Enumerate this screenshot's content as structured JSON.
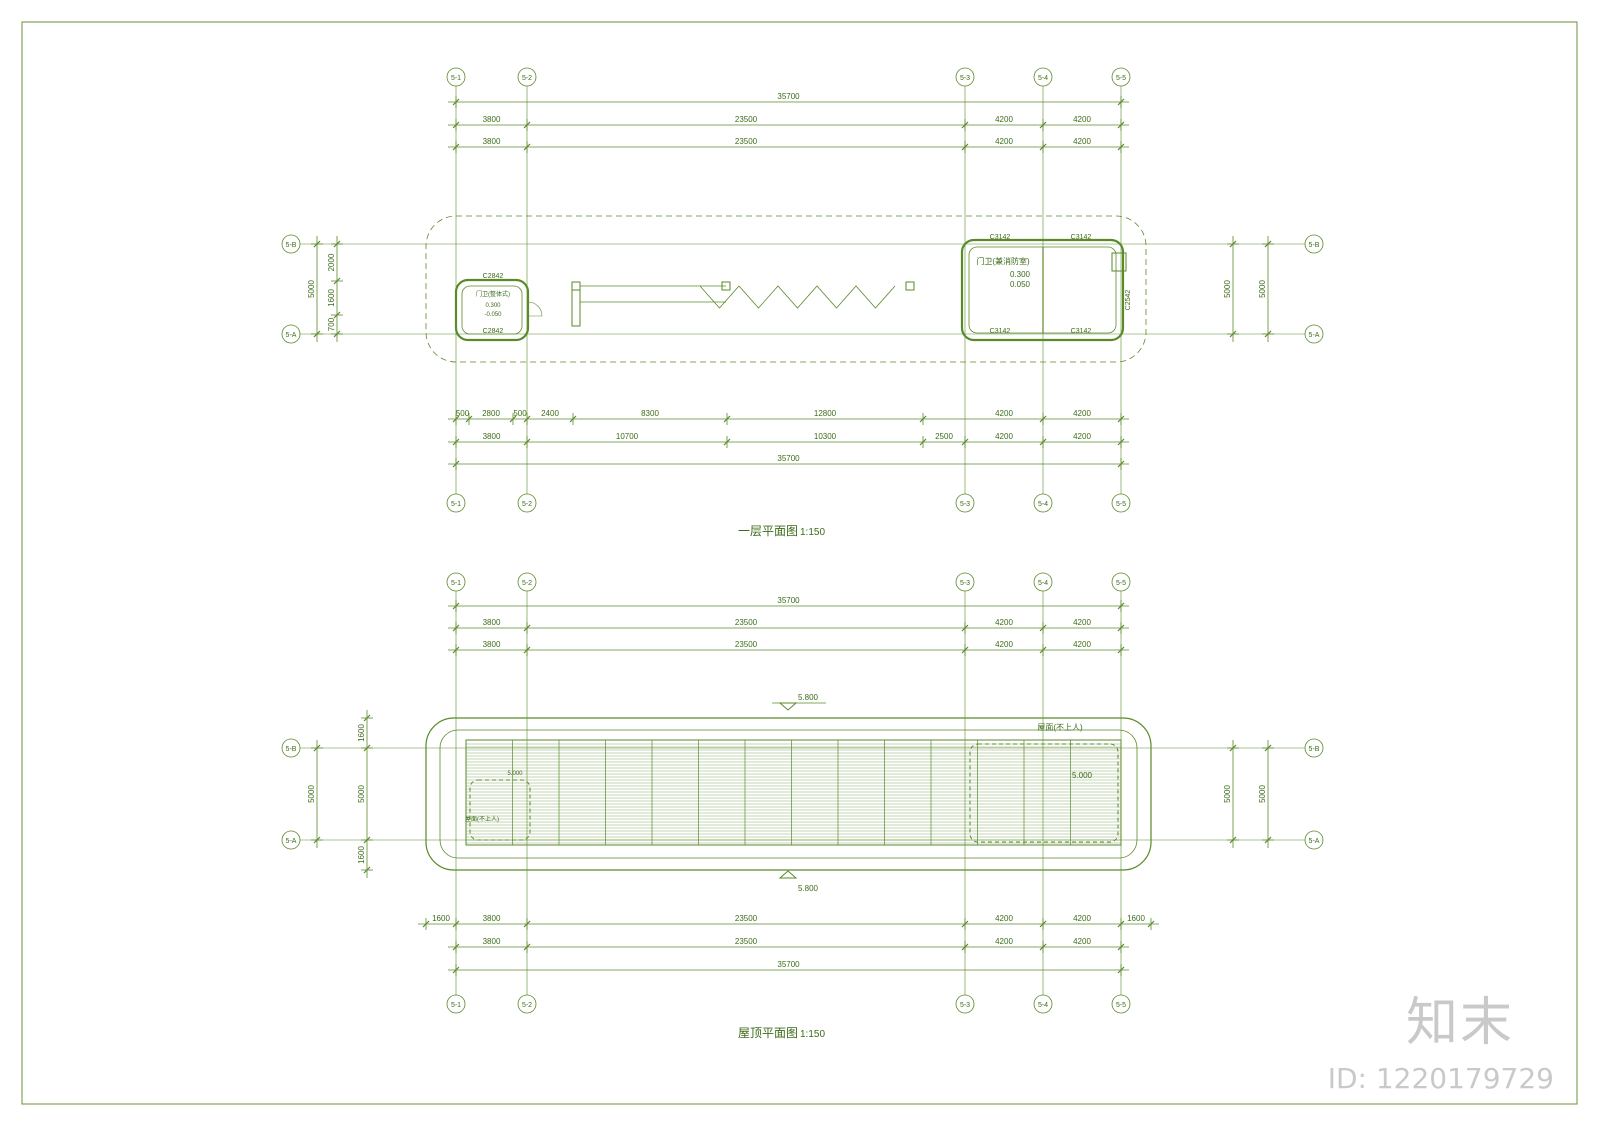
{
  "drawing": {
    "plans": [
      {
        "title": "一层平面图",
        "scale": "1:150",
        "axes_top": [
          "5-1",
          "5-2",
          "5-3",
          "5-4",
          "5-5"
        ],
        "axes_side": [
          "5-B",
          "5-A"
        ],
        "dims_top": {
          "overall": "35700",
          "row1": [
            "3800",
            "23500",
            "4200",
            "4200"
          ],
          "row2": [
            "3800",
            "23500",
            "4200",
            "4200"
          ]
        },
        "dims_bottom": {
          "row1": [
            "500",
            "2800",
            "500",
            "2400",
            "8300",
            "12800",
            "4200",
            "4200"
          ],
          "row2": [
            "3800",
            "10700",
            "10300",
            "2500",
            "4200",
            "4200"
          ],
          "overall": "35700"
        },
        "dims_left": [
          "2000",
          "1600",
          "700",
          "5000"
        ],
        "dims_right": [
          "5000",
          "5000"
        ],
        "rooms": {
          "left": {
            "name": "门卫(整体式)",
            "windows": [
              "C2842",
              "C2842"
            ],
            "levels": [
              "0.300",
              "-0.050"
            ]
          },
          "right": {
            "name": "门卫(兼消防室)",
            "windows": [
              "C3142",
              "C3142",
              "C3142",
              "C3142",
              "C2542"
            ],
            "levels": [
              "0.300",
              "0.050"
            ]
          }
        }
      },
      {
        "title": "屋顶平面图",
        "scale": "1:150",
        "axes_top": [
          "5-1",
          "5-2",
          "5-3",
          "5-4",
          "5-5"
        ],
        "axes_side": [
          "5-B",
          "5-A"
        ],
        "dims_top": {
          "overall": "35700",
          "row1": [
            "3800",
            "23500",
            "4200",
            "4200"
          ],
          "row2": [
            "3800",
            "23500",
            "4200",
            "4200"
          ]
        },
        "dims_bottom": {
          "row1": [
            "1600",
            "3800",
            "23500",
            "4200",
            "4200",
            "1600"
          ],
          "row2": [
            "3800",
            "23500",
            "4200",
            "4200"
          ],
          "overall": "35700"
        },
        "dims_left": [
          "1600",
          "5000",
          "5000",
          "1600"
        ],
        "dims_right": [
          "5000",
          "5000"
        ],
        "levels": [
          "5.800",
          "5.800",
          "5.000",
          "5.000"
        ],
        "roof_notes": [
          "屋面(不上人)",
          "屋面(不上人)"
        ]
      }
    ]
  },
  "watermark": {
    "logo": "知末",
    "id_label": "ID: 1220179729"
  },
  "colors": {
    "line": "#5a8a2a",
    "text": "#3d6b1a",
    "border": "#6b8f3a",
    "watermark": "#c9c9c9"
  }
}
